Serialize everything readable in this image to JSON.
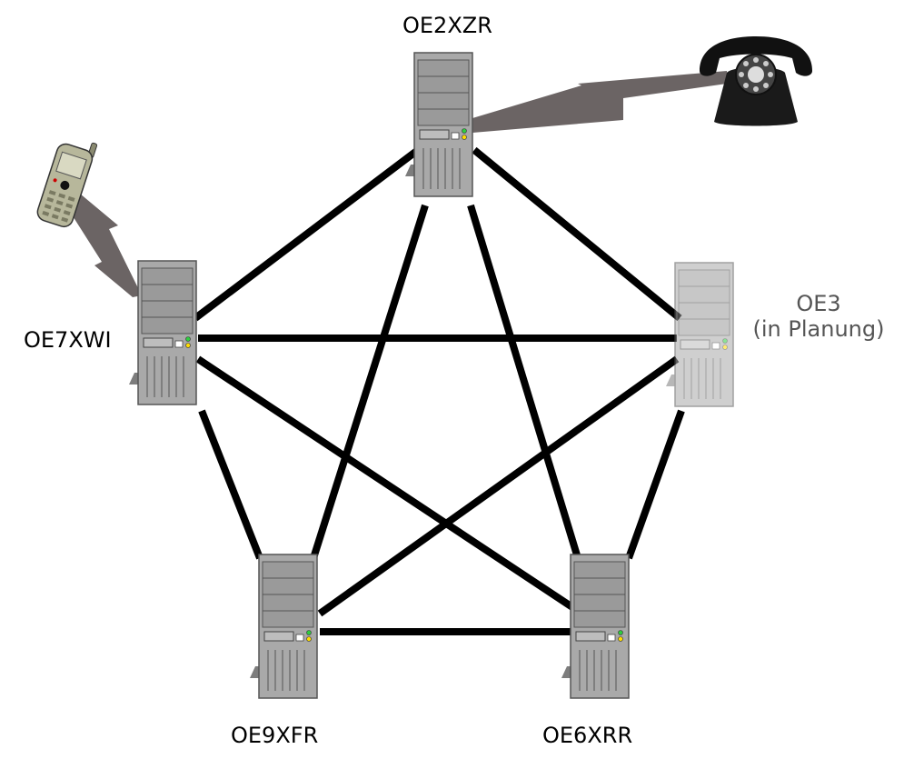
{
  "nodes": {
    "oe2xzr": {
      "name": "OE2XZR"
    },
    "oe7xwi": {
      "name": "OE7XWI"
    },
    "oe3": {
      "name": "OE3",
      "note": "(in Planung)"
    },
    "oe9xfr": {
      "name": "OE9XFR"
    },
    "oe6xrr": {
      "name": "OE6XRR"
    }
  },
  "links": [
    [
      "oe2xzr",
      "oe7xwi"
    ],
    [
      "oe2xzr",
      "oe3"
    ],
    [
      "oe2xzr",
      "oe9xfr"
    ],
    [
      "oe2xzr",
      "oe6xrr"
    ],
    [
      "oe7xwi",
      "oe3"
    ],
    [
      "oe7xwi",
      "oe9xfr"
    ],
    [
      "oe7xwi",
      "oe6xrr"
    ],
    [
      "oe3",
      "oe9xfr"
    ],
    [
      "oe3",
      "oe6xrr"
    ],
    [
      "oe9xfr",
      "oe6xrr"
    ]
  ],
  "radio_links": [
    {
      "from": "oe2xzr",
      "to": "landline-telephone"
    },
    {
      "from": "oe7xwi",
      "to": "mobile-phone"
    }
  ],
  "icons": [
    "server-tower-icon",
    "telephone-icon",
    "mobile-phone-icon",
    "lightning-link-icon"
  ],
  "colors": {
    "link": "#000000",
    "radio_link": "#6b6464",
    "server_body": "#a9a9a9",
    "planned_server_body": "#c8c8c8",
    "planned_text": "#555555"
  }
}
